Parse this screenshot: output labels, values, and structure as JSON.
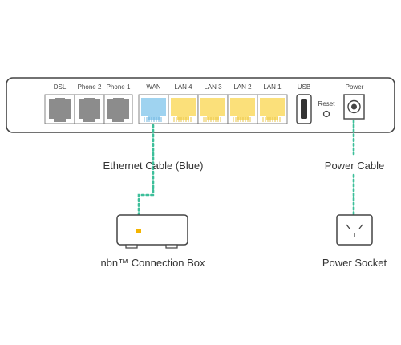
{
  "router": {
    "ports": {
      "dsl": "DSL",
      "phone2": "Phone 2",
      "phone1": "Phone 1",
      "wan": "WAN",
      "lan4": "LAN 4",
      "lan3": "LAN 3",
      "lan2": "LAN 2",
      "lan1": "LAN 1",
      "usb": "USB",
      "reset": "Reset",
      "power": "Power"
    }
  },
  "captions": {
    "ethernet_cable": "Ethernet Cable (Blue)",
    "power_cable": "Power Cable",
    "nbn_box": "nbn™ Connection Box",
    "power_socket": "Power Socket"
  },
  "colors": {
    "wan_port": "#9fd3f0",
    "lan_port": "#fbe07a",
    "phone_port": "#8c8c8c",
    "cable_dots": "#3dbf9a",
    "outline": "#444444",
    "status_light": "#f4b400"
  }
}
